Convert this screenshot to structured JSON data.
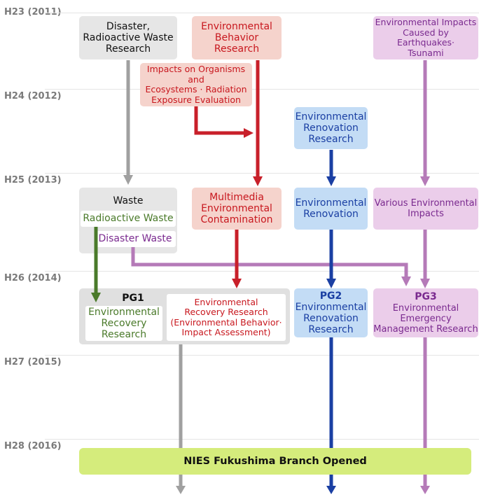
{
  "years": [
    "H23 (2011)",
    "H24 (2012)",
    "H25 (2013)",
    "H26 (2014)",
    "H27 (2015)",
    "H28 (2016)"
  ],
  "boxes": {
    "disaster_radioactive": "Disaster,\nRadioactive Waste\nResearch",
    "env_behavior": "Environmental\nBehavior Research",
    "env_impacts_eq": "Environmental Impacts\nCaused by Earthquakes·\nTsunami",
    "impacts_organisms": "Impacts on Organisms and\nEcosystems · Radiation\nExposure Evaluation",
    "env_renovation_research": "Environmental\nRenovation\nResearch",
    "waste": "Waste",
    "radioactive_waste": "Radioactive Waste",
    "disaster_waste": "Disaster Waste",
    "multimedia": "Multimedia\nEnvironmental\nContamination",
    "env_renovation": "Environmental\nRenovation",
    "various_impacts": "Various Environmental\nImpacts"
  },
  "pg1": {
    "title": "PG1",
    "left": "Environmental\nRecovery\nResearch",
    "right": "Environmental\nRecovery Research\n(Environmental Behavior·\nImpact Assessment)"
  },
  "pg2": {
    "title": "PG2",
    "body": "Environmental\nRenovation\nResearch"
  },
  "pg3": {
    "title": "PG3",
    "body": "Environmental\nEmergency\nManagement Research"
  },
  "banner": "NIES Fukushima Branch Opened",
  "colors": {
    "gray": "#a0a0a0",
    "red": "#c8202a",
    "blue": "#1a3fa3",
    "purple": "#b57ab8",
    "green": "#4a7a2a",
    "banner": "#d5ec7c"
  }
}
